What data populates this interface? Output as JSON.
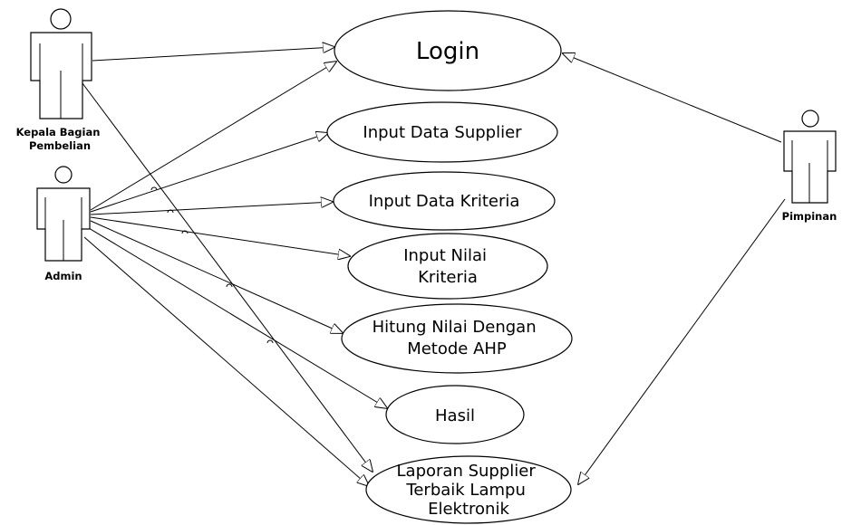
{
  "actors": {
    "kepala": {
      "label_lines": [
        "Kepala Bagian",
        "Pembelian"
      ]
    },
    "admin": {
      "label_lines": [
        "Admin"
      ]
    },
    "pimpinan": {
      "label_lines": [
        "Pimpinan"
      ]
    }
  },
  "use_cases": {
    "login": {
      "lines": [
        "Login"
      ]
    },
    "input_supplier": {
      "lines": [
        "Input Data Supplier"
      ]
    },
    "input_kriteria": {
      "lines": [
        "Input Data Kriteria"
      ]
    },
    "input_nilai": {
      "lines": [
        "Input Nilai",
        "Kriteria"
      ]
    },
    "hitung": {
      "lines": [
        "Hitung Nilai Dengan",
        "Metode AHP"
      ]
    },
    "hasil": {
      "lines": [
        "Hasil"
      ]
    },
    "laporan": {
      "lines": [
        "Laporan Supplier",
        "Terbaik Lampu",
        "Elektronik"
      ]
    }
  }
}
